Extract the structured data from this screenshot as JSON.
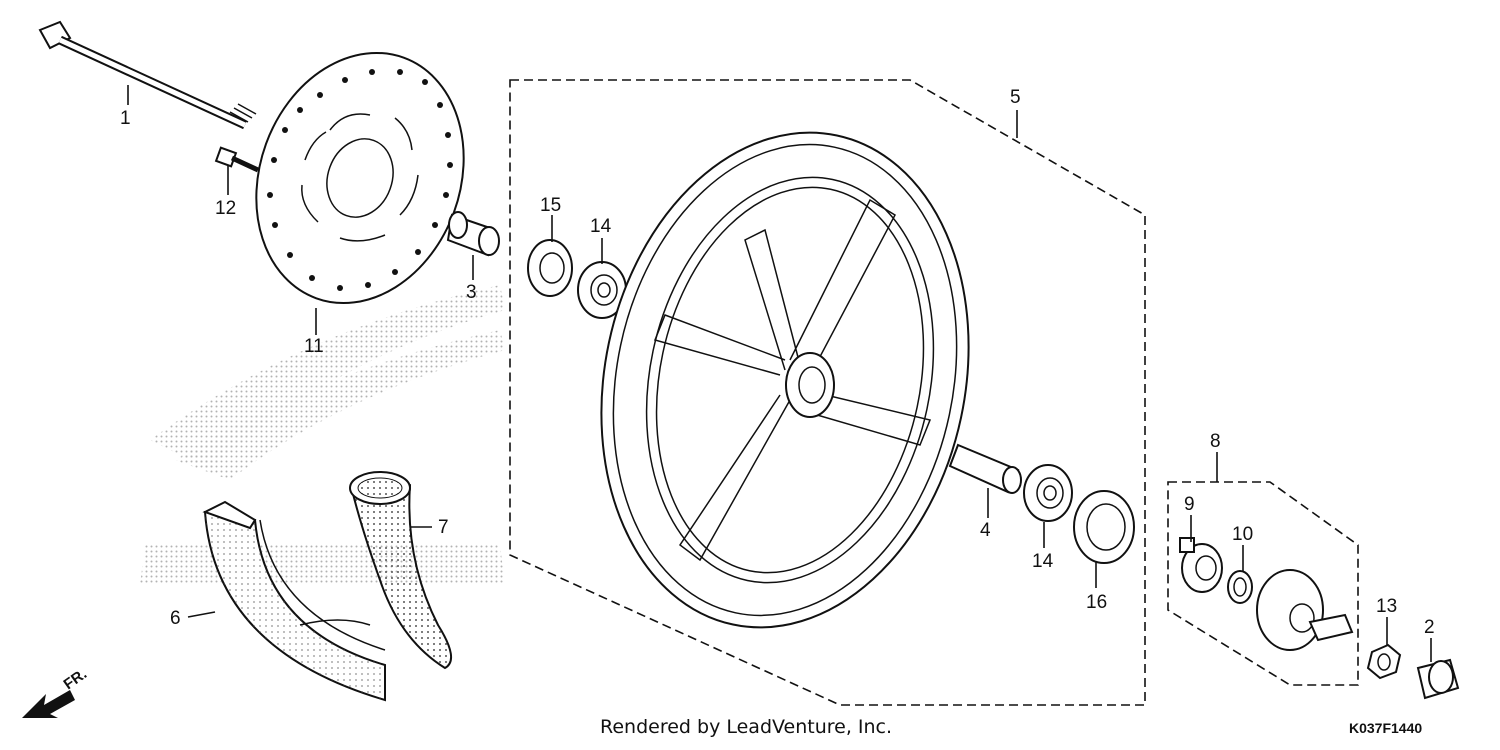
{
  "diagram": {
    "callouts": [
      "1",
      "12",
      "11",
      "3",
      "15",
      "14",
      "5",
      "4",
      "14",
      "16",
      "8",
      "9",
      "10",
      "13",
      "2",
      "7",
      "6"
    ],
    "credit": "Rendered by LeadVenture, Inc.",
    "diagram_code": "K037F1440",
    "direction_label": "FR."
  }
}
